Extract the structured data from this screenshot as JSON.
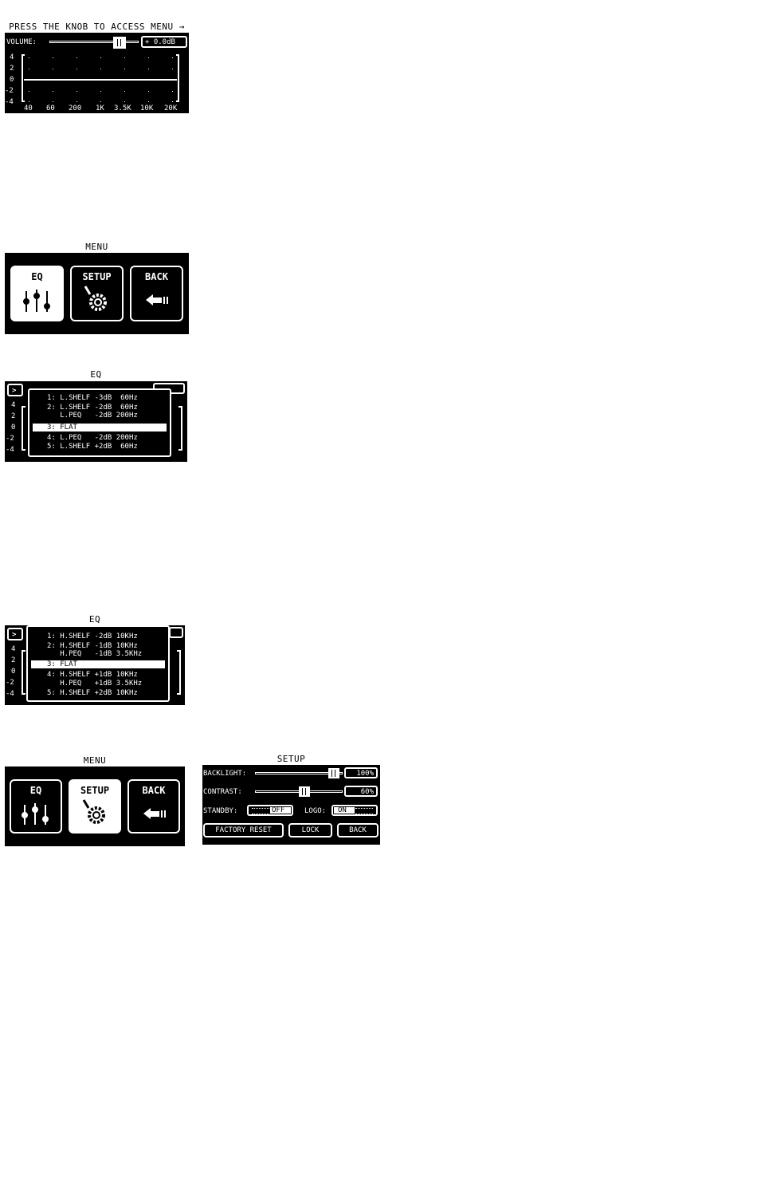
{
  "screen1": {
    "caption": "PRESS THE KNOB TO ACCESS MENU →",
    "volume_label": "VOLUME:",
    "volume_value": "+ 0.0dB",
    "y_ticks": [
      "4",
      "2",
      "0",
      "-2",
      "-4"
    ],
    "x_ticks": [
      "40",
      "60",
      "200",
      "1K",
      "3.5K",
      "10K",
      "20K"
    ]
  },
  "menu1": {
    "caption": "MENU",
    "items": [
      {
        "label": "EQ",
        "icon": "sliders-icon",
        "selected": true
      },
      {
        "label": "SETUP",
        "icon": "gear-icon",
        "selected": false
      },
      {
        "label": "BACK",
        "icon": "back-arrow-icon",
        "selected": false
      }
    ]
  },
  "eq1": {
    "caption": "EQ",
    "arrow": ">",
    "y_ticks": [
      "4",
      "2",
      "0",
      "-2",
      "-4"
    ],
    "presets": [
      "1: L.SHELF -3dB  60Hz",
      "2: L.SHELF -2dB  60Hz",
      "   L.PEQ   -2dB 200Hz",
      "3: FLAT",
      "4: L.PEQ   -2dB 200Hz",
      "5: L.SHELF +2dB  60Hz"
    ],
    "selected_index": 3
  },
  "eq2": {
    "caption": "EQ",
    "arrow": ">",
    "y_ticks": [
      "4",
      "2",
      "0",
      "-2",
      "-4"
    ],
    "presets": [
      "1: H.SHELF -2dB 10KHz",
      "2: H.SHELF -1dB 10KHz",
      "   H.PEQ   -1dB 3.5KHz",
      "3: FLAT",
      "4: H.SHELF +1dB 10KHz",
      "   H.PEQ   +1dB 3.5KHz",
      "5: H.SHELF +2dB 10KHz"
    ],
    "selected_index": 3
  },
  "menu2": {
    "caption": "MENU",
    "items": [
      {
        "label": "EQ",
        "icon": "sliders-icon",
        "selected": false
      },
      {
        "label": "SETUP",
        "icon": "gear-icon",
        "selected": true
      },
      {
        "label": "BACK",
        "icon": "back-arrow-icon",
        "selected": false
      }
    ]
  },
  "setup": {
    "caption": "SETUP",
    "backlight_label": "BACKLIGHT:",
    "backlight_value": "100%",
    "backlight_level": 1.0,
    "contrast_label": "CONTRAST:",
    "contrast_value": "60%",
    "contrast_level": 0.6,
    "standby_label": "STANDBY:",
    "standby_value": "OFF",
    "logo_label": "LOGO:",
    "logo_value": "ON",
    "factory_reset": "FACTORY RESET",
    "lock": "LOCK",
    "back": "BACK"
  }
}
